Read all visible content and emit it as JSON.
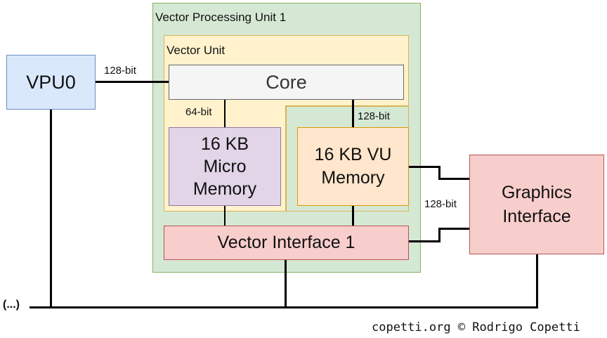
{
  "diagram": {
    "groups": {
      "vpu1": "Vector Processing Unit 1",
      "vector_unit": "Vector Unit"
    },
    "blocks": {
      "vpu0": "VPU0",
      "core": "Core",
      "micro_memory": [
        "16 KB",
        "Micro",
        "Memory"
      ],
      "vu_memory": [
        "16 KB VU",
        "Memory"
      ],
      "vector_interface": "Vector Interface 1",
      "graphics_interface": [
        "Graphics",
        "Interface"
      ]
    },
    "bus_labels": {
      "vpu0_core": "128-bit",
      "core_micro": "64-bit",
      "core_vumem": "128-bit",
      "gif_link": "128-bit"
    },
    "continuation": "(...)",
    "credit": "copetti.org © Rodrigo Copetti"
  },
  "colors": {
    "green_fill": "#d5e8d4",
    "yellow_fill": "#fff2cc",
    "blue_fill": "#dae8fc",
    "purple_fill": "#e1d5e7",
    "orange_fill": "#ffe6cc",
    "red_fill": "#f8cecc",
    "grey_fill": "#f5f5f5"
  }
}
